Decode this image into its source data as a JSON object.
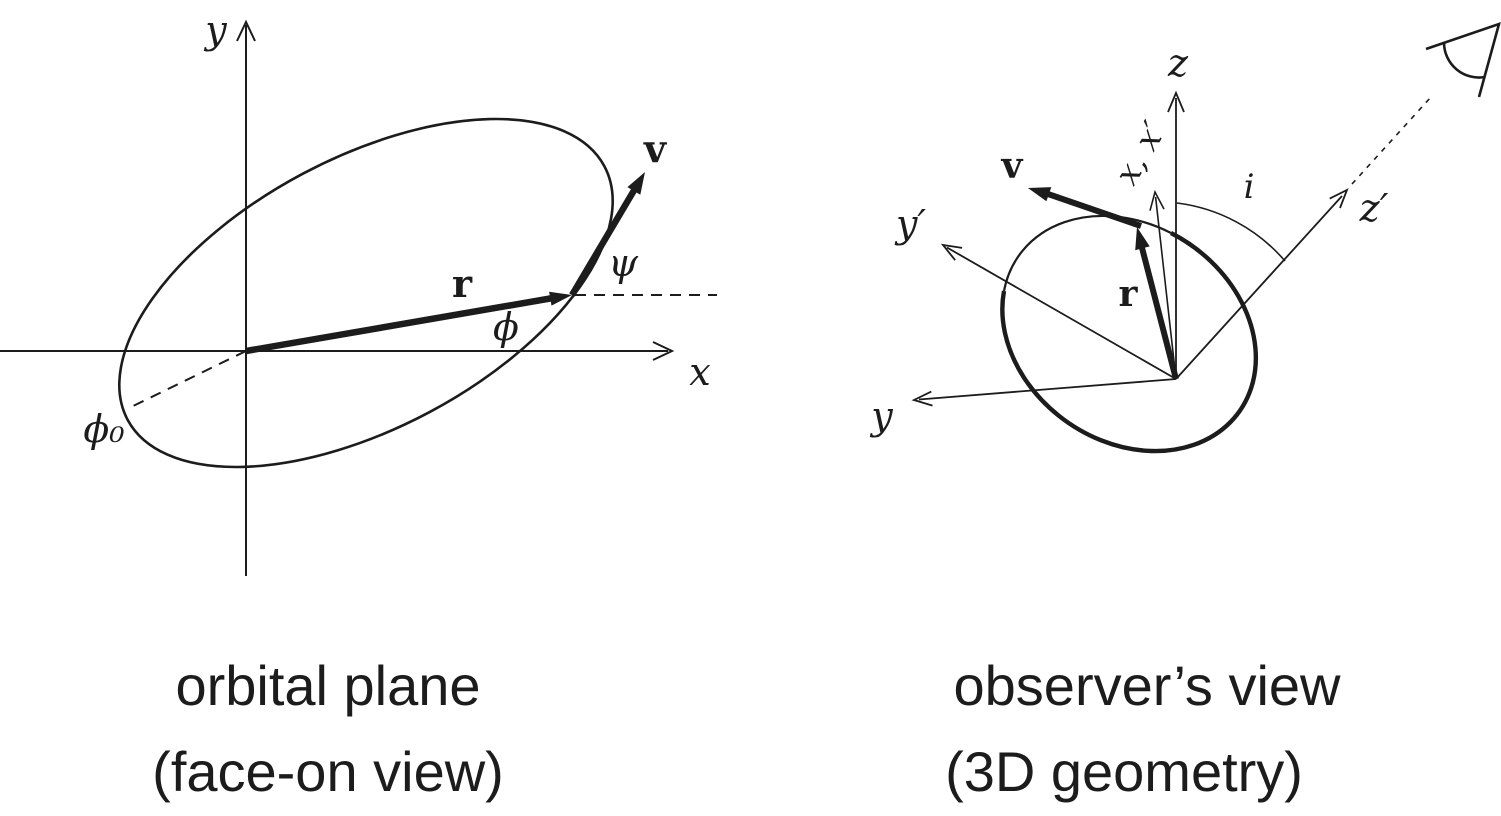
{
  "colors": {
    "ink": "#1c1c1c",
    "background": "#ffffff"
  },
  "left_panel": {
    "caption_line1": "orbital plane",
    "caption_line2": "(face-on view)",
    "labels": {
      "x_axis": "x",
      "y_axis": "y",
      "radius_vector": "r",
      "velocity_vector": "v",
      "phi_angle": "ϕ",
      "psi_angle": "ψ",
      "phi0_angle": "ϕ₀"
    }
  },
  "right_panel": {
    "caption_line1": "observer’s view",
    "caption_line2": "(3D geometry)",
    "labels": {
      "z_axis": "z",
      "z_prime_axis": "z′",
      "y_axis": "y",
      "y_prime_axis": "y′",
      "x_x_prime_axis": "x, x′",
      "radius_vector": "r",
      "velocity_vector": "v",
      "inclination_angle": "i"
    }
  }
}
